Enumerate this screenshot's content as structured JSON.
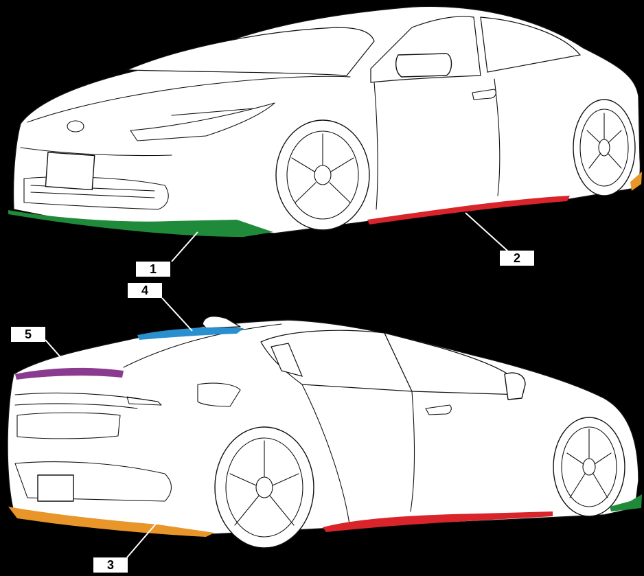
{
  "callouts": [
    {
      "id": "1",
      "text": "1"
    },
    {
      "id": "2",
      "text": "2"
    },
    {
      "id": "3",
      "text": "3"
    },
    {
      "id": "4",
      "text": "4"
    },
    {
      "id": "5",
      "text": "5"
    }
  ],
  "parts": {
    "1": {
      "color": "#1f8a3a"
    },
    "2": {
      "color": "#d8242a"
    },
    "3": {
      "color": "#e8962a"
    },
    "4": {
      "color": "#2a8fcf"
    },
    "5": {
      "color": "#8a3a8f"
    }
  },
  "background": "#000000"
}
